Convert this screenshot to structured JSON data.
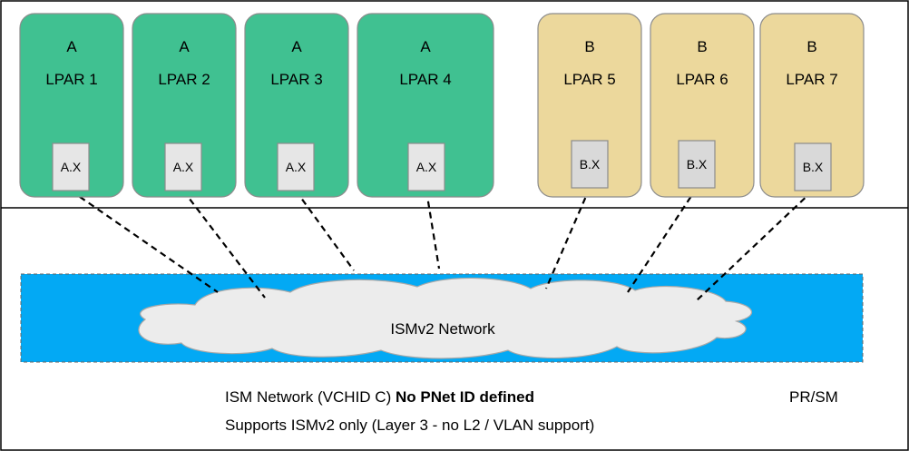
{
  "lpars": [
    {
      "group": "A",
      "name": "LPAR 1",
      "port": "A.X"
    },
    {
      "group": "A",
      "name": "LPAR 2",
      "port": "A.X"
    },
    {
      "group": "A",
      "name": "LPAR 3",
      "port": "A.X"
    },
    {
      "group": "A",
      "name": "LPAR 4",
      "port": "A.X"
    },
    {
      "group": "B",
      "name": "LPAR 5",
      "port": "B.X"
    },
    {
      "group": "B",
      "name": "LPAR 6",
      "port": "B.X"
    },
    {
      "group": "B",
      "name": "LPAR 7",
      "port": "B.X"
    }
  ],
  "network": {
    "label": "ISMv2 Network"
  },
  "footer": {
    "line1_prefix": "ISM Network (VCHID C) ",
    "line1_bold": "No PNet ID defined",
    "line2": "Supports ISMv2 only (Layer 3 - no L2 / VLAN support)",
    "platform": "PR/SM"
  },
  "colors": {
    "group_A_fill": "#40c191",
    "group_B_fill": "#ecd89c",
    "box_stroke": "#8c8c8c",
    "network_band": "#03a9f4",
    "cloud_fill": "#ececec",
    "port_fill": "#e6e6e6",
    "port_fill_B": "#d9d9d9"
  }
}
